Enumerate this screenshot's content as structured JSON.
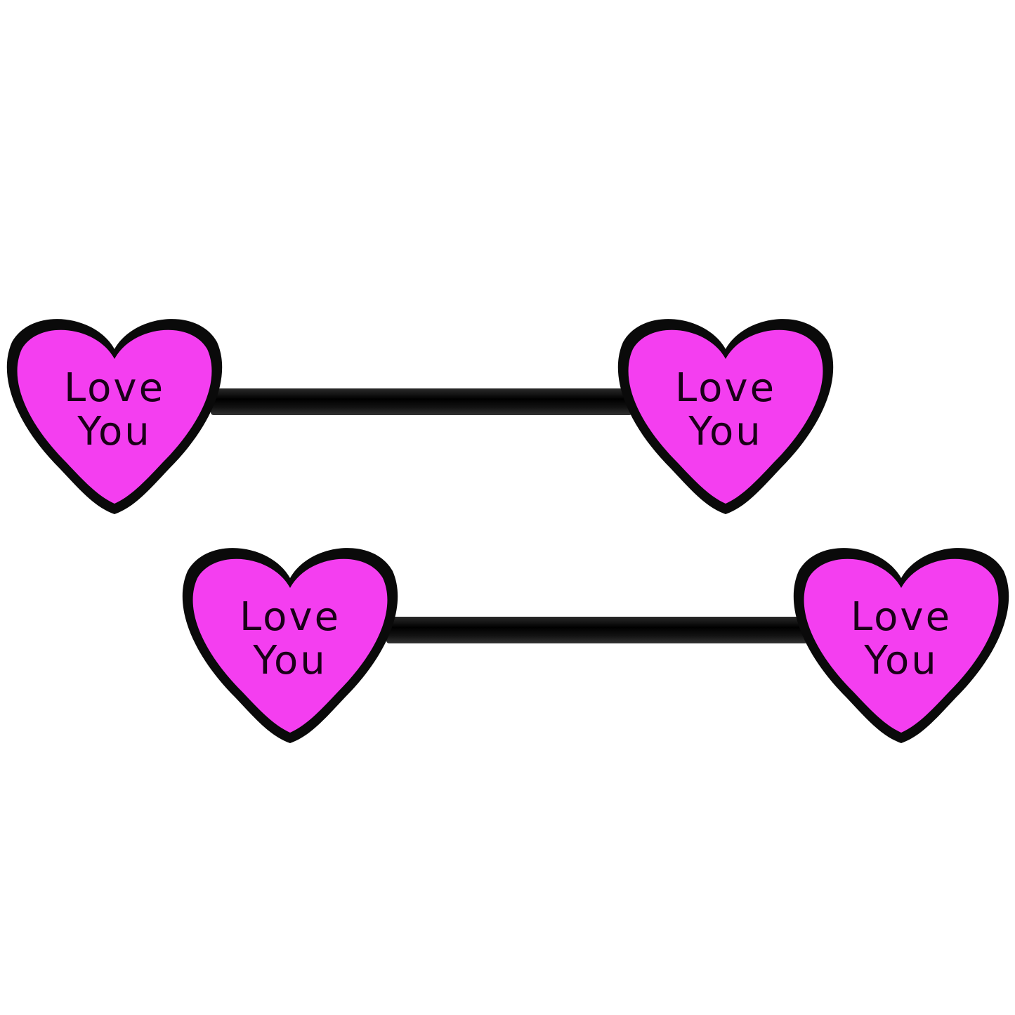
{
  "image": {
    "description": "Two black barbells with pink enamel heart ends",
    "background": "#ffffff",
    "heart_color": "#f43ef0",
    "outline_color": "#0a0a0a",
    "barbells": [
      {
        "hearts": [
          {
            "line1": "Love",
            "line2": "You"
          },
          {
            "line1": "Love",
            "line2": "You"
          }
        ]
      },
      {
        "hearts": [
          {
            "line1": "Love",
            "line2": "You"
          },
          {
            "line1": "Love",
            "line2": "You"
          }
        ]
      }
    ]
  }
}
